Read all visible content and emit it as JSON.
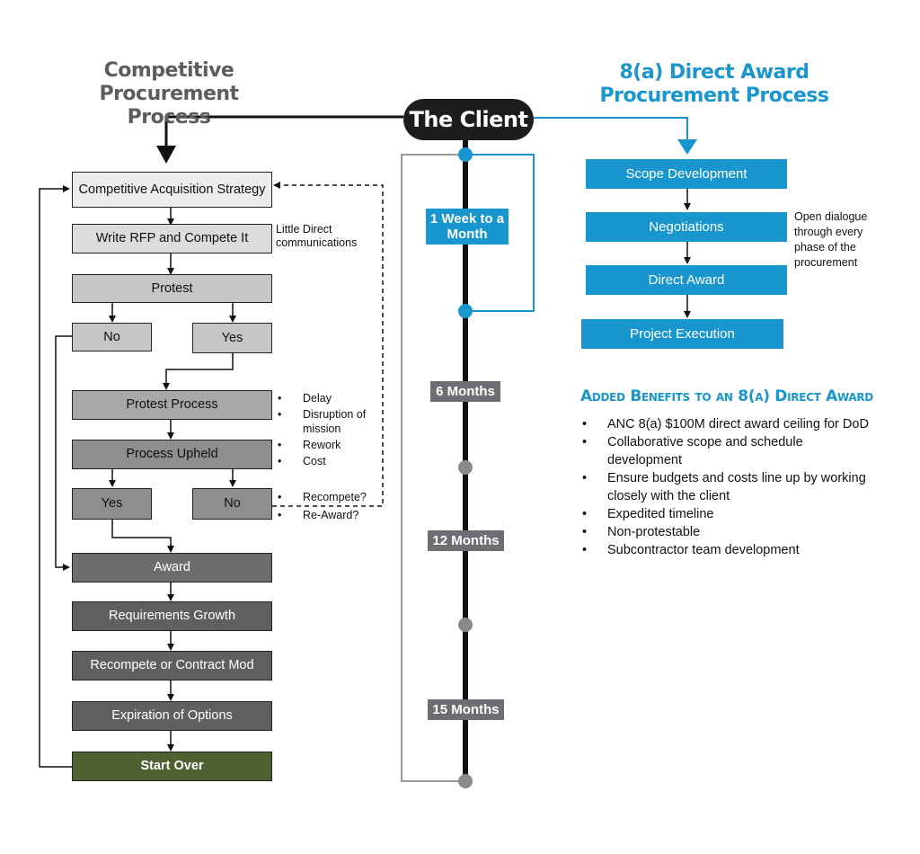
{
  "left_title": [
    "Competitive Procurement",
    "Process"
  ],
  "right_title": [
    "8(a) Direct Award",
    "Procurement Process"
  ],
  "client_label": "The Client",
  "competitive_flow": {
    "acquisition_strategy": "Competitive Acquisition Strategy",
    "write_rfp": "Write RFP and Compete It",
    "protest": "Protest",
    "protest_no": "No",
    "protest_yes": "Yes",
    "protest_process": "Protest Process",
    "process_upheld": "Process Upheld",
    "upheld_yes": "Yes",
    "upheld_no": "No",
    "award": "Award",
    "requirements_growth": "Requirements Growth",
    "recompete": "Recompete or Contract Mod",
    "expiration": "Expiration of Options",
    "start_over": "Start Over"
  },
  "notes": {
    "little_direct": "Little Direct communications",
    "protest_impacts": [
      "Delay",
      "Disruption of mission",
      "Rework",
      "Cost"
    ],
    "upheld_no_outcomes": [
      "Recompete?",
      "Re-Award?"
    ],
    "open_dialogue": "Open dialogue through every phase of the procurement"
  },
  "timeline": {
    "labels": [
      "1 Week to a Month",
      "6 Months",
      "12 Months",
      "15 Months"
    ]
  },
  "direct_award_flow": [
    "Scope Development",
    "Negotiations",
    "Direct Award",
    "Project Execution"
  ],
  "benefits": {
    "title": "Added Benefits to an 8(a) Direct Award",
    "items": [
      "ANC 8(a) $100M direct award ceiling for DoD",
      "Collaborative scope and schedule development",
      "Ensure budgets and costs line up by working closely with the client",
      "Expedited timeline",
      "Non-protestable",
      "Subcontractor team development"
    ]
  },
  "colors": {
    "accent_blue": "#1a96cf",
    "start_over_green": "#4f6131",
    "timeline_grey": "#6d6e71",
    "title_grey": "#5d5d5d"
  }
}
